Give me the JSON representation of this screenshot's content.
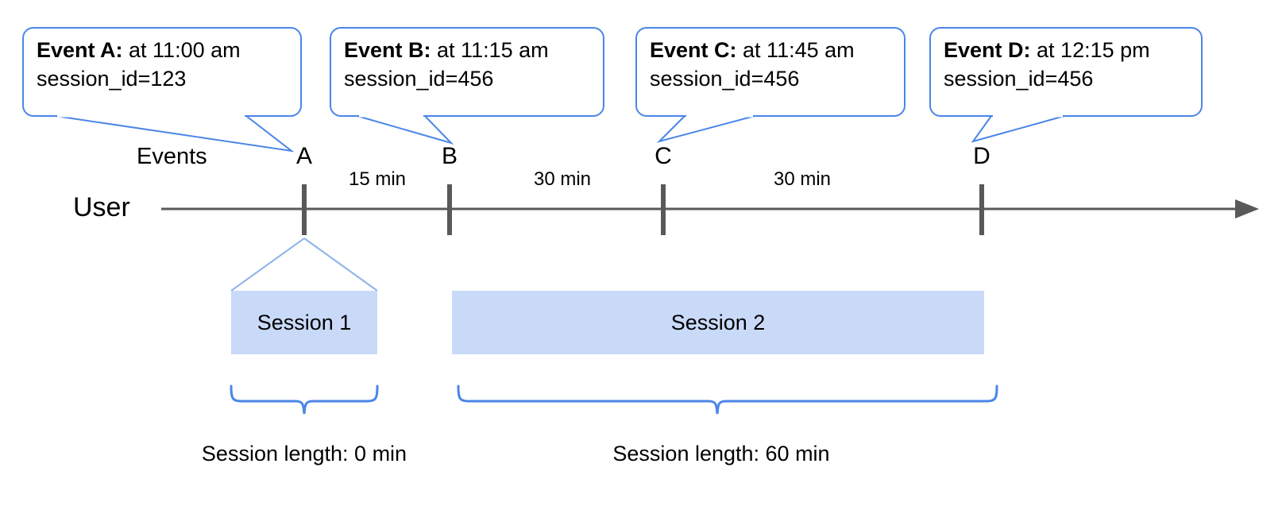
{
  "diagram": {
    "title_axis_label": "User",
    "row_label": "Events",
    "colors": {
      "callout_border": "#4a86e8",
      "brace": "#4a86e8",
      "session_fill": "#c9daf8",
      "axis": "#595959",
      "text": "#000000"
    }
  },
  "callouts": [
    {
      "name": "Event A:",
      "time_text": " at 11:00 am",
      "session_line": "session_id=123"
    },
    {
      "name": "Event B:",
      "time_text": " at 11:15 am",
      "session_line": "session_id=456"
    },
    {
      "name": "Event C:",
      "time_text": " at 11:45 am",
      "session_line": "session_id=456"
    },
    {
      "name": "Event D:",
      "time_text": " at 12:15 pm",
      "session_line": "session_id=456"
    }
  ],
  "ticks": [
    {
      "letter": "A"
    },
    {
      "letter": "B"
    },
    {
      "letter": "C"
    },
    {
      "letter": "D"
    }
  ],
  "intervals": [
    {
      "label": "15 min"
    },
    {
      "label": "30 min"
    },
    {
      "label": "30 min"
    }
  ],
  "sessions": [
    {
      "label": "Session 1",
      "caption": "Session length: 0 min"
    },
    {
      "label": "Session 2",
      "caption": "Session length: 60 min"
    }
  ]
}
